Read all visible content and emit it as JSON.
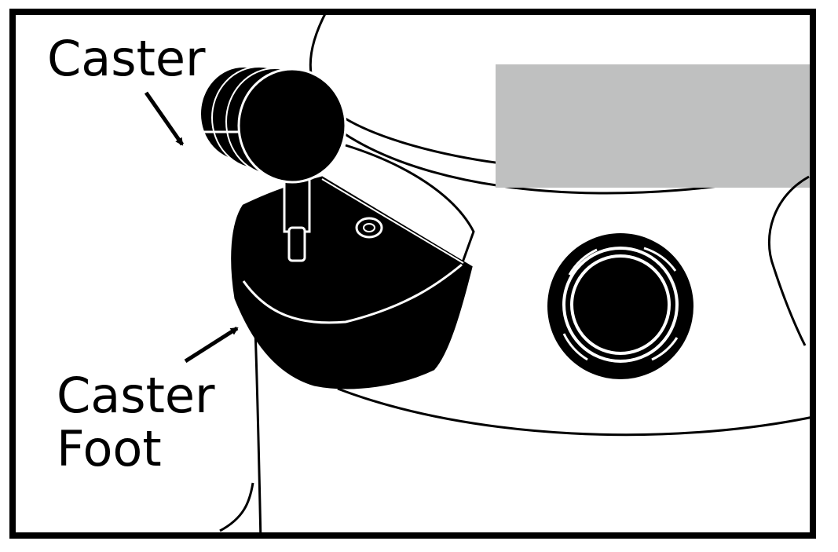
{
  "labels": {
    "caster": "Caster",
    "caster_foot_line1": "Caster",
    "caster_foot_line2": "Foot"
  },
  "colors": {
    "ink": "#000000",
    "paper": "#ffffff",
    "redaction": "#bfc0c0"
  },
  "icons": {
    "callout_arrow": "arrow-icon"
  }
}
